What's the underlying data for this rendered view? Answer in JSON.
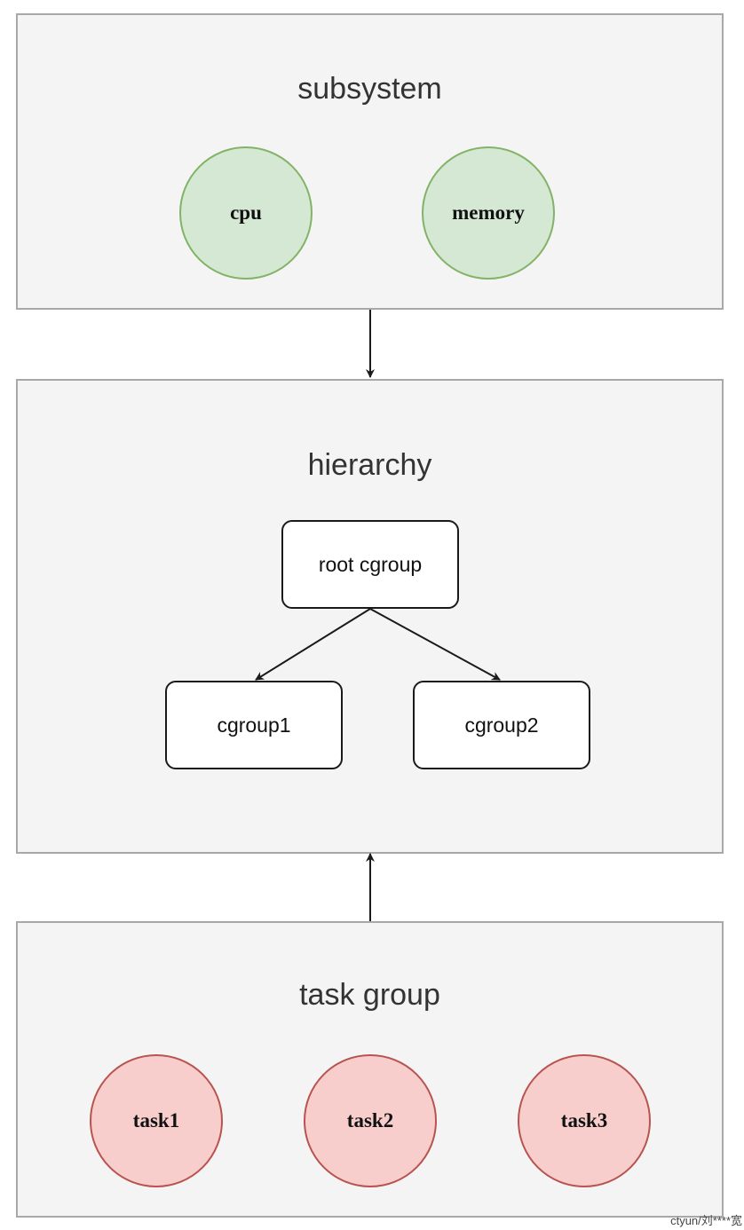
{
  "subsystem": {
    "title": "subsystem",
    "items": [
      "cpu",
      "memory"
    ]
  },
  "hierarchy": {
    "title": "hierarchy",
    "root": "root cgroup",
    "children": [
      "cgroup1",
      "cgroup2"
    ]
  },
  "task_group": {
    "title": "task group",
    "items": [
      "task1",
      "task2",
      "task3"
    ]
  },
  "watermark": "ctyun/刘****宽",
  "colors": {
    "panel_fill": "#f4f4f4",
    "panel_border": "#a8a8a8",
    "subsystem_circle_fill": "#d5e8d4",
    "subsystem_circle_border": "#82b366",
    "task_circle_fill": "#f8cecc",
    "task_circle_border": "#b85450",
    "node_fill": "#ffffff",
    "node_border": "#1a1a1a"
  }
}
